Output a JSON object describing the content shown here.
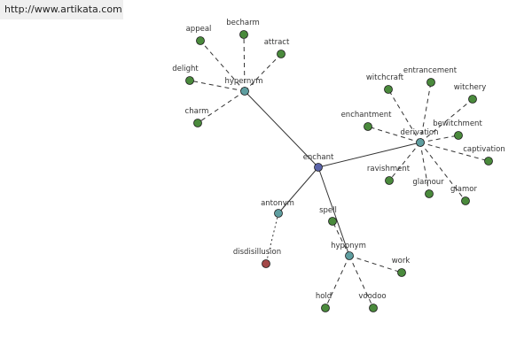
{
  "header": {
    "url": "http://www.artikata.com"
  },
  "colors": {
    "root": "#5a63a8",
    "relation": "#5f9ea0",
    "word": "#4a8a3c",
    "antonym_word": "#a34848",
    "edge": "#333333"
  },
  "graph": {
    "root": "enchant",
    "relations": [
      {
        "id": "hypernym",
        "label": "hypernym",
        "words": [
          "appeal",
          "becharm",
          "attract",
          "delight",
          "charm"
        ]
      },
      {
        "id": "derivation",
        "label": "derivation",
        "words": [
          "witchcraft",
          "entrancement",
          "witchery",
          "enchantment",
          "bewitchment",
          "captivation",
          "ravishment",
          "glamour",
          "glamor"
        ]
      },
      {
        "id": "antonym",
        "label": "antonym",
        "words": [
          "disdisillusion"
        ]
      },
      {
        "id": "hyponym",
        "label": "hyponym",
        "words": [
          "spell",
          "work",
          "hold",
          "voodoo"
        ]
      }
    ]
  }
}
